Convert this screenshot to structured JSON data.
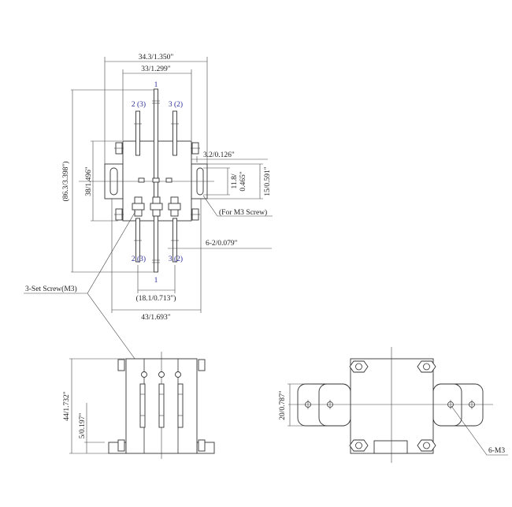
{
  "title": "Assembly drawing",
  "top_view": {
    "dim_overall_width": "34.3/1.350\"",
    "dim_body_width": "33/1.299\"",
    "dim_overall_height": "(86.3/3.398\")",
    "dim_body_height": "38/1.496\"",
    "dim_tab_thickness": "3.2/0.126\"",
    "dim_slot_length": "11.8/",
    "dim_slot_length_in": "0.465\"",
    "dim_tab_height": "15/0.591\"",
    "note_slot": "(For M3 Screw)",
    "dim_pin_diameter": "6-2/0.079\"",
    "dim_pin_spacing": "(18.1/0.713\")",
    "dim_base_width": "43/1.693\"",
    "note_set_screw": "3-Set Screw(M3)",
    "pin_labels": {
      "center": "1",
      "left": "2 (3)",
      "right": "3 (2)"
    }
  },
  "side_view": {
    "dim_height": "44/1.732\"",
    "dim_tab": "5/0.197\""
  },
  "bottom_view": {
    "dim_tab_width": "20/0.787\"",
    "note_holes": "6-M3"
  }
}
